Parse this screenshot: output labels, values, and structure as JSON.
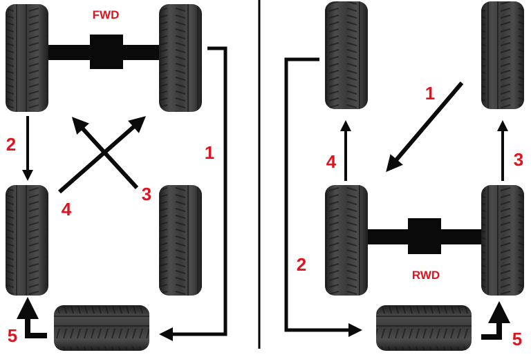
{
  "diagrams": {
    "fwd": {
      "label": "FWD",
      "steps": [
        "1",
        "2",
        "3",
        "4",
        "5"
      ]
    },
    "rwd": {
      "label": "RWD",
      "steps": [
        "1",
        "2",
        "3",
        "4",
        "5"
      ]
    }
  },
  "colors": {
    "label_red": "#e0141e",
    "arrow": "#0a0a0a",
    "axle": "#0a0a0a",
    "tire_dark": "#2f2f2f",
    "tire_mid": "#4a4a4a",
    "divider": "#000000"
  }
}
